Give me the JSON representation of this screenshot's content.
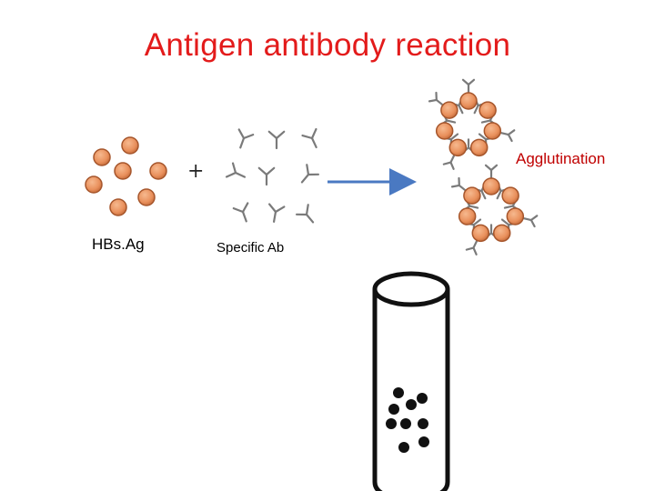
{
  "title": "Antigen antibody reaction",
  "labels": {
    "antigen": "HBs.Ag",
    "antibody": "Specific Ab",
    "result": "Agglutination",
    "operator": "+"
  },
  "colors": {
    "title": "#e31b1b",
    "result_label": "#c00000",
    "antigen_fill": "#e9905c",
    "antigen_stroke": "#a6562c",
    "antibody": "#7a7a7a",
    "arrow": "#4a79c2",
    "tube_stroke": "#111111",
    "particle": "#111111"
  },
  "icons": {
    "antigen": "orange-sphere",
    "antibody": "y-shaped-antibody",
    "reaction_arrow": "right-arrow",
    "test_tube": "test-tube"
  }
}
